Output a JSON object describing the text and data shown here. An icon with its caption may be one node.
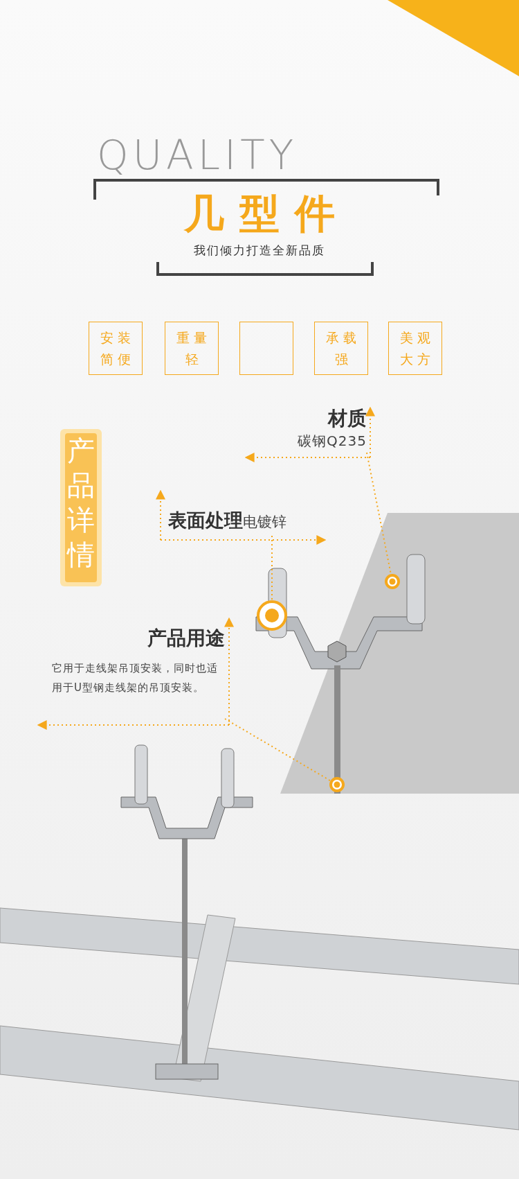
{
  "diagram": {
    "title": "几型件",
    "nodes": [
      {
        "text": [
          "安装简便"
        ]
      },
      {
        "text": [
          "重量轻"
        ]
      },
      {
        "text": [],
        "shape": "box"
      },
      {
        "text": [
          "承载强"
        ]
      },
      {
        "text": [
          "美观大方"
        ]
      },
      {
        "text": [
          "产品详情"
        ]
      },
      {
        "text": [
          "材质",
          "碳钢Q235"
        ]
      },
      {
        "text": [
          "表面处理",
          "电镀锌"
        ]
      },
      {
        "text": [
          "产品用途",
          "它用于走线架吊顶安装，同时也适用于U型钢走线架的吊顶安装。"
        ]
      },
      {
        "text": [],
        "shape": "circle"
      },
      {
        "text": [],
        "shape": "circle"
      },
      {
        "text": [],
        "shape": "circle"
      }
    ],
    "edges": [
      {
        "from": 6,
        "to": 9,
        "arrow": "none",
        "style": "dashed"
      },
      {
        "from": 7,
        "to": 10,
        "arrow": "none",
        "style": "dashed"
      },
      {
        "from": 8,
        "to": 11,
        "arrow": "none",
        "style": "dashed"
      }
    ],
    "labels": [
      "QUALITY",
      "我们倾力打造全新品质"
    ]
  }
}
